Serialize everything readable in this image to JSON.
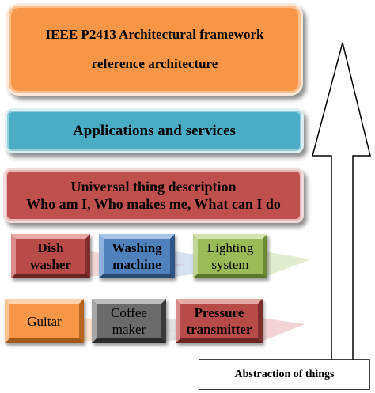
{
  "layers": {
    "framework": {
      "line1": "IEEE P2413 Architectural framework",
      "line2": "reference architecture",
      "color": "#f79646"
    },
    "apps": {
      "label": "Applications and services",
      "color": "#4bacc6"
    },
    "things": {
      "line1": "Universal thing description",
      "line2": "Who am I, Who makes me, What can I do",
      "color": "#c0504d"
    }
  },
  "tiles_row1": [
    {
      "line1": "Dish",
      "line2": "washer",
      "color": "#b84a47"
    },
    {
      "line1": "Washing",
      "line2": "machine",
      "color": "#4f81bd"
    },
    {
      "line1": "Lighting",
      "line2": "system",
      "color": "#9bbb59"
    }
  ],
  "tiles_row2": [
    {
      "line1": "Guitar",
      "line2": "",
      "color": "#f79646"
    },
    {
      "line1": "Coffee",
      "line2": "maker",
      "color": "#6b6b6b"
    },
    {
      "line1": "Pressure",
      "line2": "transmitter",
      "color": "#b84a47"
    }
  ],
  "arrow": {
    "label": "Abstraction of things",
    "icon": "up-arrow-icon"
  }
}
